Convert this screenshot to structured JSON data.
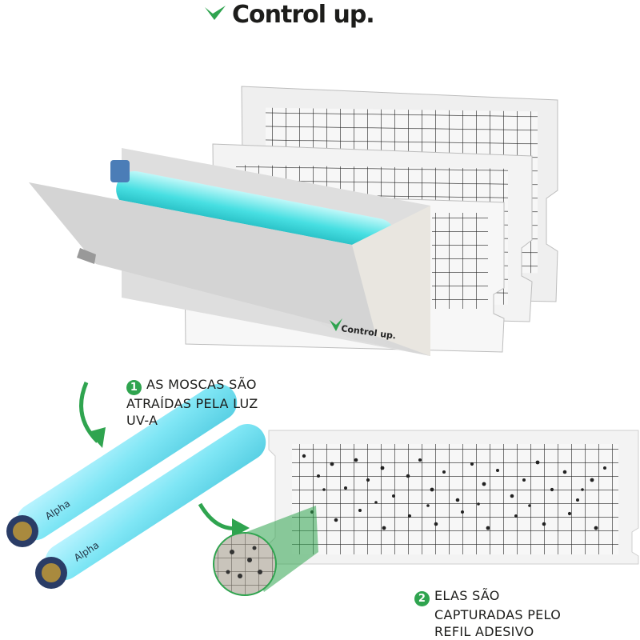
{
  "brand": {
    "logo_text": "Control up.",
    "accent_color": "#2fa44f",
    "tube_color": "#4fe3e6"
  },
  "steps": [
    {
      "number": "1",
      "lines": [
        "AS MOSCAS SÃO",
        "ATRAÍDAS PELA LUZ",
        "UV-A"
      ]
    },
    {
      "number": "2",
      "lines": [
        "ELAS SÃO",
        "CAPTURADAS PELO",
        "REFIL ADESIVO"
      ]
    }
  ],
  "product": {
    "device_label": "Control up.",
    "tube_brand": "Alpha",
    "icons": [
      "fly-trap-device",
      "glue-board",
      "uv-tube",
      "magnifier-circle",
      "green-arrow-icon"
    ]
  }
}
